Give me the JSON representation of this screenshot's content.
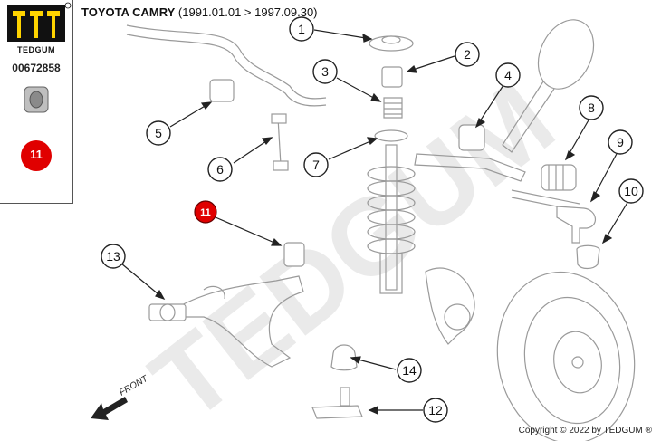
{
  "header": {
    "model": "TOYOTA CAMRY",
    "years": "(1991.01.01 > 1997.09.30)"
  },
  "sidebar": {
    "brand": "TEDGUM",
    "part_number": "00672858",
    "highlight_number": "11"
  },
  "watermark": "TEDGUM",
  "front_label": "FRONT",
  "copyright": "Copyright © 2022 by TEDGUM ®",
  "colors": {
    "highlight": "#e00000",
    "line": "#222222",
    "sketch": "#9a9a9a"
  },
  "callouts": [
    "1",
    "2",
    "3",
    "4",
    "5",
    "6",
    "7",
    "8",
    "9",
    "10",
    "11",
    "12",
    "13",
    "14"
  ]
}
